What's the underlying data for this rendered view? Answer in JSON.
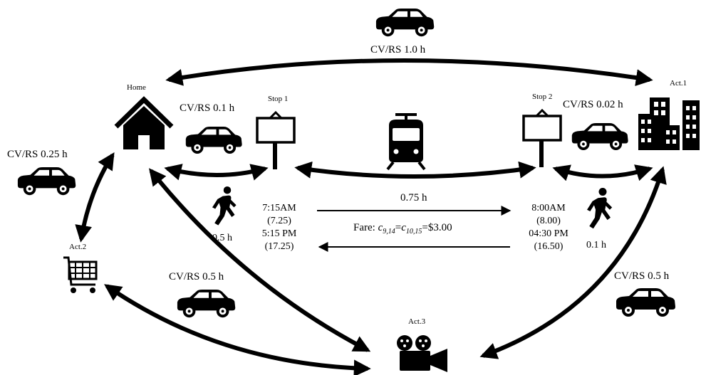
{
  "nodes": {
    "home": "Home",
    "stop1": "Stop 1",
    "stop2": "Stop 2",
    "act1": "Act.1",
    "act2": "Act.2",
    "act3": "Act.3"
  },
  "links": {
    "home_act1": "CV/RS 1.0 h",
    "home_stop1": "CV/RS 0.1 h",
    "stop2_act1": "CV/RS 0.02 h",
    "home_act2": "CV/RS 0.25 h",
    "act2_act3": "CV/RS 0.5 h",
    "act1_act3": "CV/RS 0.5 h",
    "walk_home_stop1": "0.5 h",
    "walk_stop2_act1": "0.1 h",
    "transit_time": "0.75 h"
  },
  "schedule": {
    "stop1_depart": "7:15AM",
    "stop1_depart_dec": "(7.25)",
    "stop1_arrive": "5:15 PM",
    "stop1_arrive_dec": "(17.25)",
    "stop2_arrive": "8:00AM",
    "stop2_arrive_dec": "(8.00)",
    "stop2_depart": "04:30 PM",
    "stop2_depart_dec": "(16.50)"
  },
  "fare": {
    "prefix": "Fare: ",
    "c1": "c",
    "c1_sub": "9,14",
    "eq1": "=",
    "c2": "c",
    "c2_sub": "10,15",
    "value": "=$3.00"
  },
  "icons": [
    "car-icon",
    "house-icon",
    "bus-stop-sign-icon",
    "train-icon",
    "buildings-icon",
    "shopping-cart-icon",
    "movie-camera-icon",
    "walking-person-icon"
  ]
}
